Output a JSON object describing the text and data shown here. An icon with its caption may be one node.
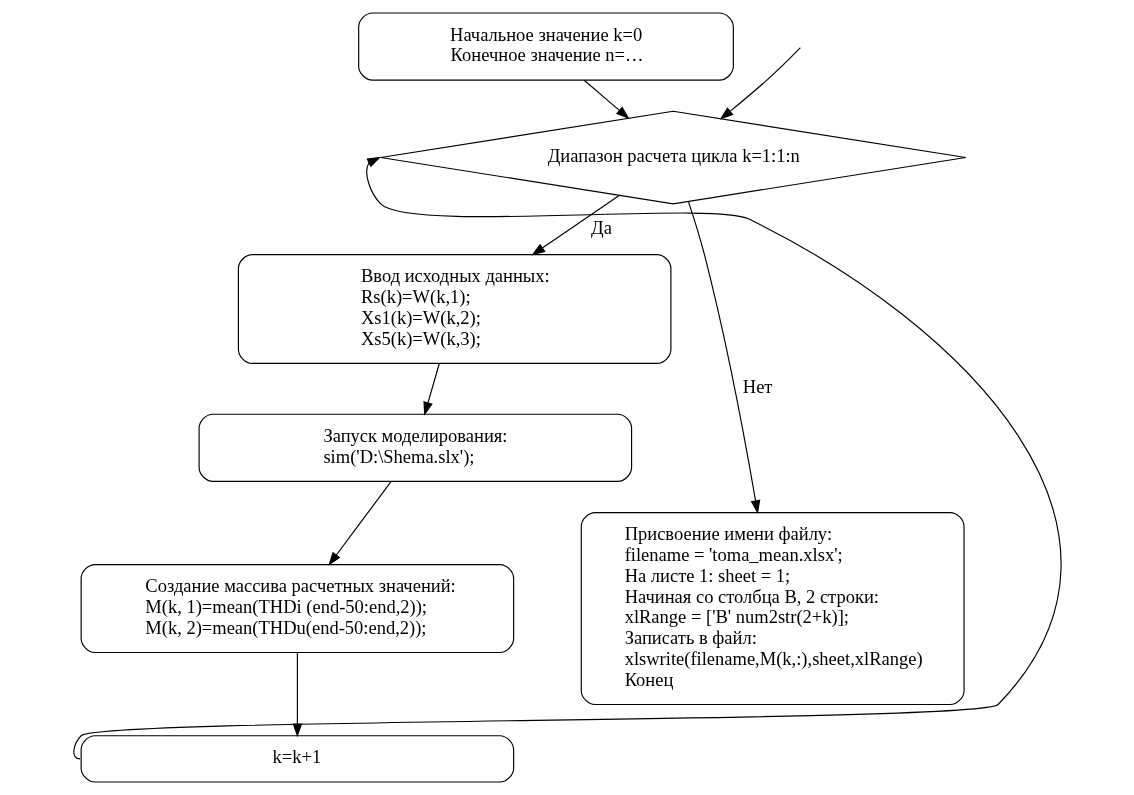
{
  "diagram": {
    "nodes": [
      {
        "text": [
          "Начальное значение k=0",
          "Конечное значение n=…"
        ]
      },
      {
        "text": [
          "Диапазон расчета цикла k=1:1:n"
        ]
      },
      {
        "text": [
          "Ввод исходных данных:",
          "Rs(k)=W(k,1);",
          "Xs1(k)=W(k,2);",
          "Xs5(k)=W(k,3);"
        ]
      },
      {
        "text": [
          "Запуск моделирования:",
          "sim('D:\\Shema.slx');"
        ]
      },
      {
        "text": [
          "Создание массива расчетных значений:",
          "M(k, 1)=mean(THDi (end-50:end,2));",
          "M(k, 2)=mean(THDu(end-50:end,2));"
        ]
      },
      {
        "text": [
          "k=k+1"
        ]
      },
      {
        "text": [
          "Присвоение имени файлу:",
          "filename = 'toma_mean.xlsx';",
          "На листе 1: sheet = 1;",
          "Начиная со столбца B, 2 строки:",
          "xlRange = ['B' num2str(2+k)];",
          "Записать в файл:",
          "xlswrite(filename,M(k,:),sheet,xlRange)",
          "Конец"
        ]
      }
    ],
    "edges": [
      {
        "from": 0,
        "to": 1,
        "arrow": "to"
      },
      {
        "from": null,
        "to": 1,
        "arrow": "to"
      },
      {
        "from": 1,
        "to": 2,
        "label": "Да",
        "arrow": "to"
      },
      {
        "from": 2,
        "to": 3,
        "arrow": "to"
      },
      {
        "from": 3,
        "to": 4,
        "arrow": "to"
      },
      {
        "from": 4,
        "to": 5,
        "arrow": "to"
      },
      {
        "from": 5,
        "to": 1,
        "arrow": "to"
      },
      {
        "from": 1,
        "to": 6,
        "label": "Нет",
        "arrow": "to"
      }
    ]
  }
}
